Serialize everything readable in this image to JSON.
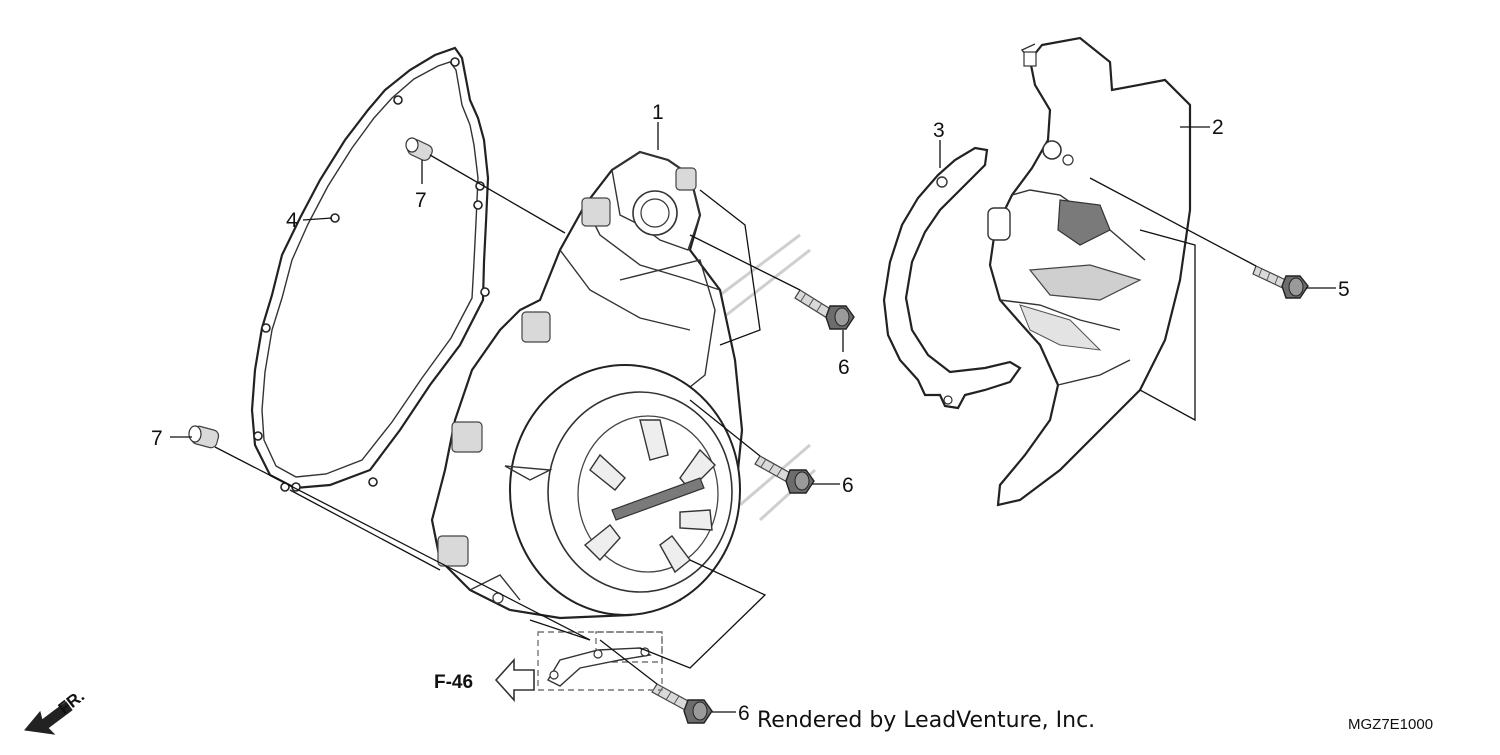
{
  "callouts": {
    "c1": "1",
    "c2": "2",
    "c3": "3",
    "c4": "4",
    "c5": "5",
    "c6a": "6",
    "c6b": "6",
    "c6c": "6",
    "c7a": "7",
    "c7b": "7"
  },
  "reference": {
    "label": "F-46"
  },
  "direction": {
    "label": "FR."
  },
  "footer": {
    "credit": "Rendered by LeadVenture, Inc.",
    "code": "MGZ7E1000"
  }
}
